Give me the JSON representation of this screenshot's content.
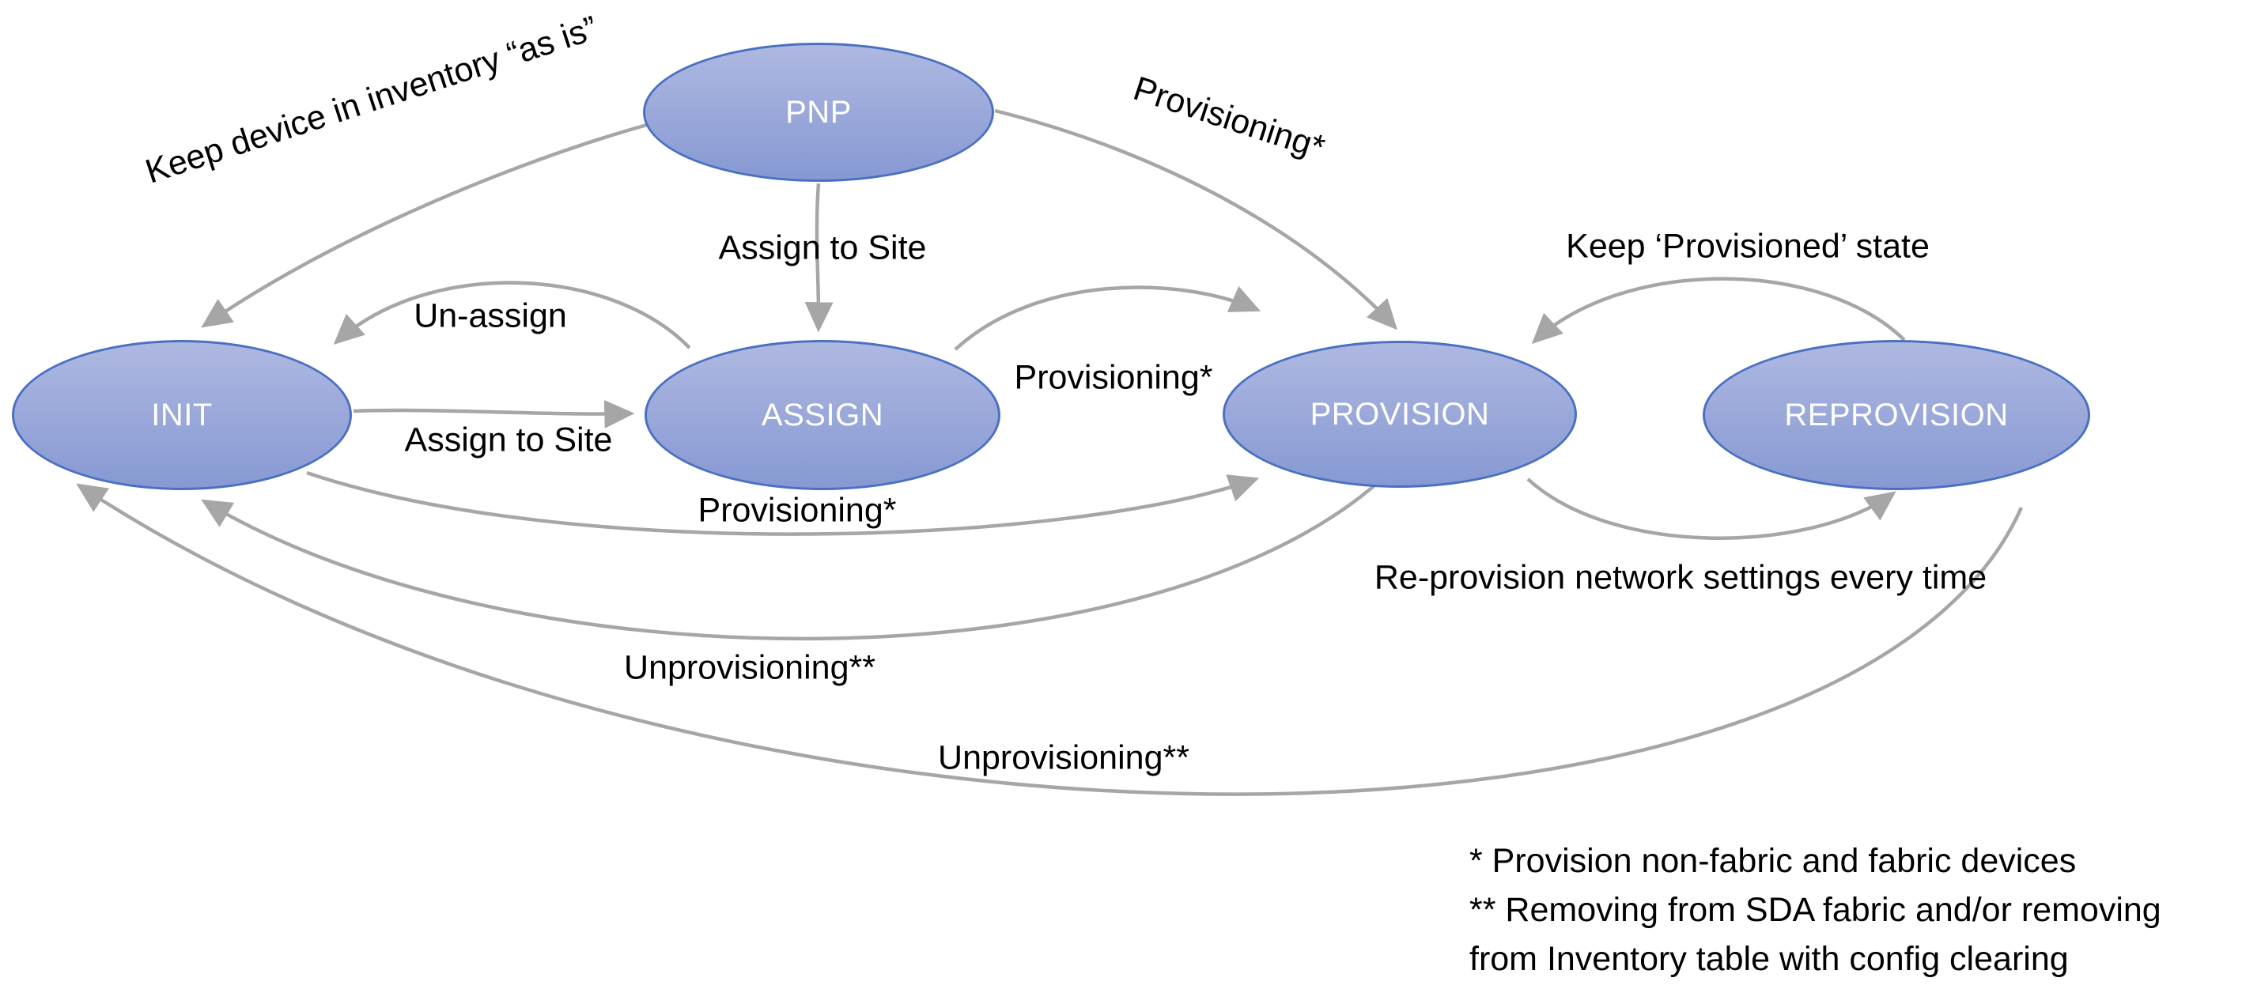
{
  "diagram": {
    "title": "Device lifecycle state diagram",
    "colors": {
      "background": "#ffffff",
      "node_fill_top": "#aeb8e1",
      "node_fill_bottom": "#8799d3",
      "node_border": "#4a70c2",
      "node_text": "#ffffff",
      "edge": "#a6a6a6",
      "label": "#000000"
    }
  },
  "nodes": [
    {
      "id": "pnp",
      "label": "PNP"
    },
    {
      "id": "init",
      "label": "INIT"
    },
    {
      "id": "assign",
      "label": "ASSIGN"
    },
    {
      "id": "provision",
      "label": "PROVISION"
    },
    {
      "id": "reprovision",
      "label": "REPROVISION"
    }
  ],
  "edges": [
    {
      "from": "PNP",
      "to": "INIT",
      "label": "Keep device in inventory “as is”"
    },
    {
      "from": "PNP",
      "to": "ASSIGN",
      "label": "Assign to Site"
    },
    {
      "from": "PNP",
      "to": "PROVISION",
      "label": "Provisioning*"
    },
    {
      "from": "INIT",
      "to": "ASSIGN",
      "label": "Assign to Site"
    },
    {
      "from": "ASSIGN",
      "to": "INIT",
      "label": "Un-assign"
    },
    {
      "from": "ASSIGN",
      "to": "PROVISION",
      "label": "Provisioning*"
    },
    {
      "from": "INIT",
      "to": "PROVISION",
      "label": "Provisioning*"
    },
    {
      "from": "REPROVISION",
      "to": "PROVISION",
      "label": "Keep ‘Provisioned’ state"
    },
    {
      "from": "PROVISION",
      "to": "REPROVISION",
      "label": "Re-provision network settings every time"
    },
    {
      "from": "PROVISION",
      "to": "INIT",
      "label": "Unprovisioning**"
    },
    {
      "from": "REPROVISION",
      "to": "INIT",
      "label": "Unprovisioning**"
    }
  ],
  "footnotes": {
    "lines": [
      "*  Provision non-fabric and fabric devices",
      "** Removing from SDA fabric and/or removing",
      "from Inventory table with config clearing"
    ]
  }
}
